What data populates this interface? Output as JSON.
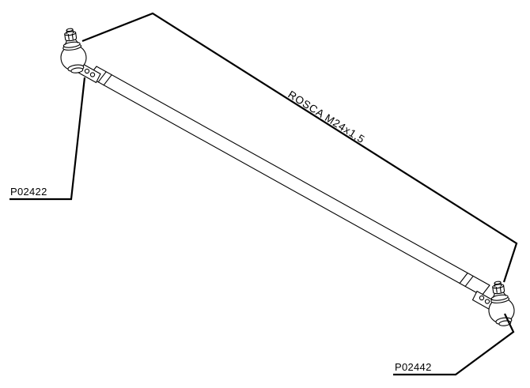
{
  "diagram": {
    "thread_spec": "ROSCA M24x1,5",
    "part_labels": {
      "left": "P02422",
      "right": "P02442"
    },
    "colors": {
      "line": "#000000",
      "background": "#ffffff"
    }
  }
}
